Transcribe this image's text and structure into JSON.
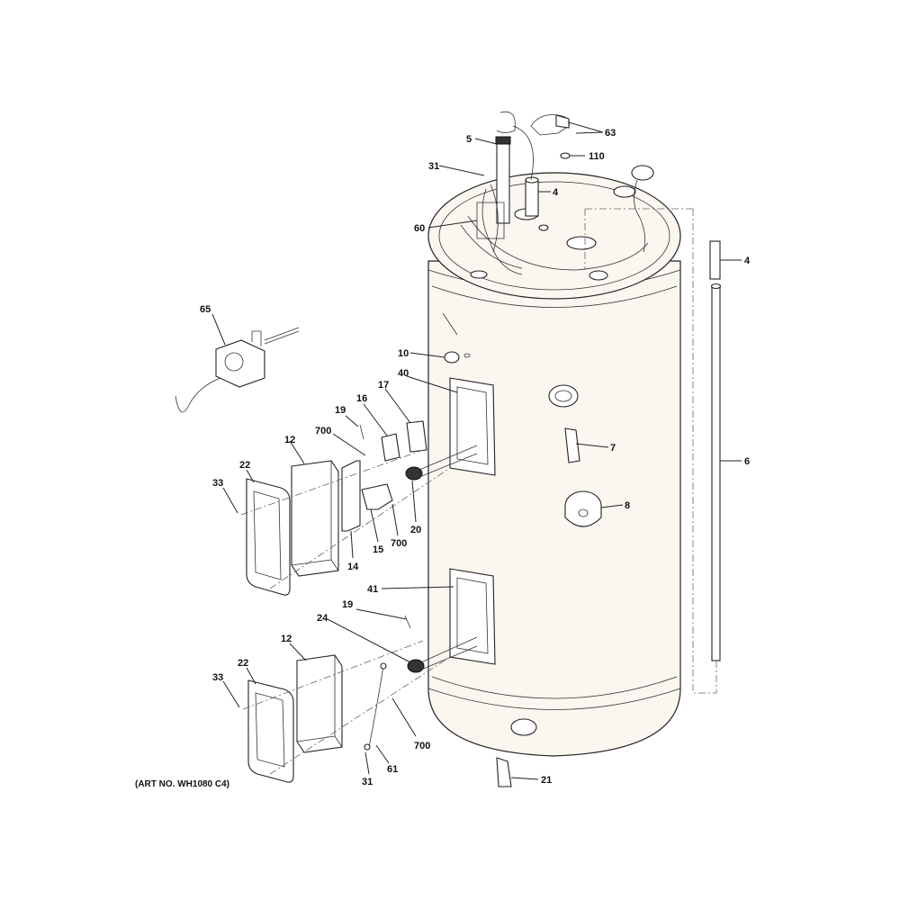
{
  "callouts": [
    {
      "id": "c5",
      "text": "5"
    },
    {
      "id": "c63",
      "text": "63"
    },
    {
      "id": "c31a",
      "text": "31"
    },
    {
      "id": "c110",
      "text": "110"
    },
    {
      "id": "c4a",
      "text": "4"
    },
    {
      "id": "c60",
      "text": "60"
    },
    {
      "id": "c4b",
      "text": "4"
    },
    {
      "id": "c65",
      "text": "65"
    },
    {
      "id": "c10",
      "text": "10"
    },
    {
      "id": "c40",
      "text": "40"
    },
    {
      "id": "c16",
      "text": "16"
    },
    {
      "id": "c17",
      "text": "17"
    },
    {
      "id": "c19a",
      "text": "19"
    },
    {
      "id": "c700a",
      "text": "700"
    },
    {
      "id": "c12a",
      "text": "12"
    },
    {
      "id": "c22a",
      "text": "22"
    },
    {
      "id": "c33a",
      "text": "33"
    },
    {
      "id": "c7",
      "text": "7"
    },
    {
      "id": "c6",
      "text": "6"
    },
    {
      "id": "c20",
      "text": "20"
    },
    {
      "id": "c15",
      "text": "15"
    },
    {
      "id": "c700b",
      "text": "700"
    },
    {
      "id": "c14",
      "text": "14"
    },
    {
      "id": "c8",
      "text": "8"
    },
    {
      "id": "c41",
      "text": "41"
    },
    {
      "id": "c19b",
      "text": "19"
    },
    {
      "id": "c24",
      "text": "24"
    },
    {
      "id": "c12b",
      "text": "12"
    },
    {
      "id": "c22b",
      "text": "22"
    },
    {
      "id": "c33b",
      "text": "33"
    },
    {
      "id": "c700c",
      "text": "700"
    },
    {
      "id": "c61",
      "text": "61"
    },
    {
      "id": "c31b",
      "text": "31"
    },
    {
      "id": "c21",
      "text": "21"
    }
  ],
  "art_number": "(ART NO. WH1080 C4)"
}
